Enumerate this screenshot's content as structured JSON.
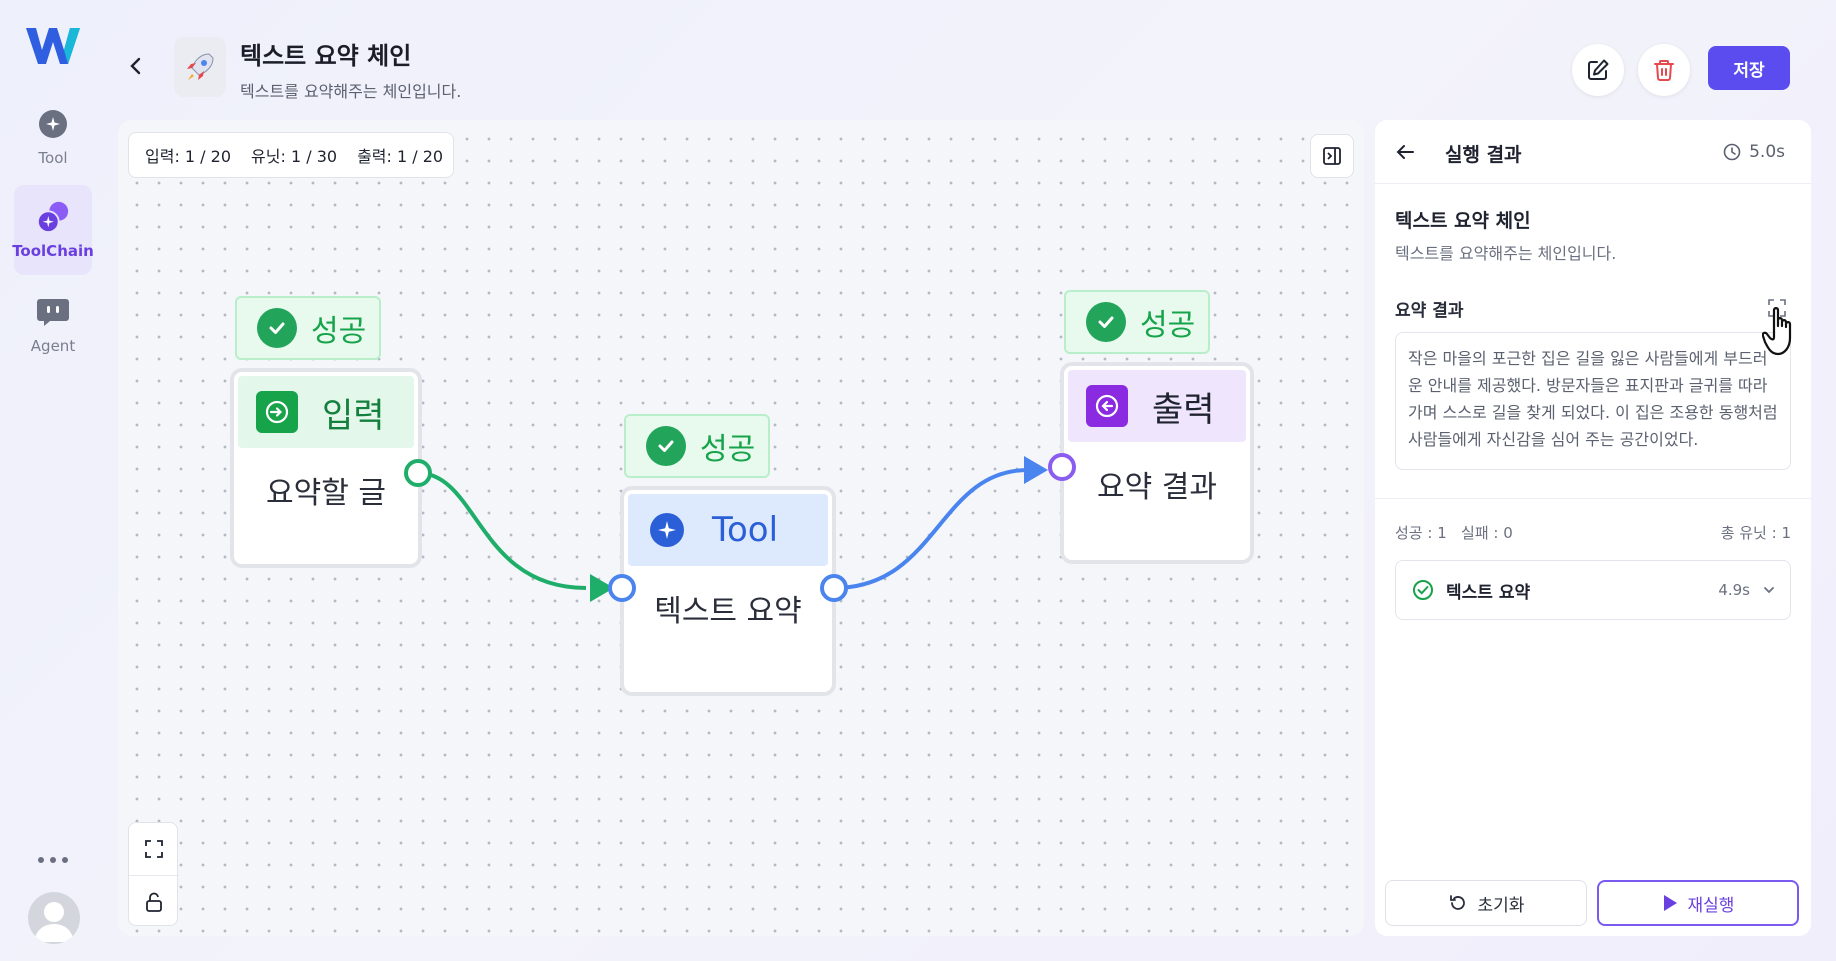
{
  "sidebar": {
    "items": [
      {
        "label": "Tool",
        "icon": "tool-icon"
      },
      {
        "label": "ToolChain",
        "icon": "toolchain-icon"
      },
      {
        "label": "Agent",
        "icon": "agent-icon"
      }
    ],
    "active": "ToolChain"
  },
  "header": {
    "title": "텍스트 요약 체인",
    "description": "텍스트를 요약해주는 체인입니다.",
    "save_label": "저장"
  },
  "canvas": {
    "counts": {
      "input": "입력: 1 / 20",
      "unit": "유닛: 1 / 30",
      "output": "출력: 1 / 20"
    },
    "nodes": {
      "input": {
        "badge": "성공",
        "title": "입력",
        "body": "요약할 글"
      },
      "tool": {
        "badge": "성공",
        "title": "Tool",
        "body": "텍스트 요약"
      },
      "output": {
        "badge": "성공",
        "title": "출력",
        "body": "요약 결과"
      }
    }
  },
  "result_panel": {
    "title": "실행 결과",
    "time": "5.0s",
    "chain_title": "텍스트 요약 체인",
    "chain_desc": "텍스트를 요약해주는 체인입니다.",
    "output_label": "요약 결과",
    "output_text": "작은 마을의 포근한 집은 길을 잃은 사람들에게 부드러운 안내를 제공했다. 방문자들은 표지판과 글귀를 따라가며 스스로 길을 찾게 되었다. 이 집은 조용한 동행처럼 사람들에게 자신감을 심어 주는 공간이었다.",
    "stats": "성공 : 1   실패 : 0",
    "units": "총 유닛 : 1",
    "steps": [
      {
        "name": "텍스트 요약",
        "time": "4.9s"
      }
    ],
    "reset_label": "초기화",
    "rerun_label": "재실행"
  },
  "colors": {
    "accent": "#5b4cf0",
    "success": "#16a34a",
    "input_edge": "#1fae6a",
    "output_edge": "#4a84ee",
    "output_port": "#8a5cf0"
  }
}
